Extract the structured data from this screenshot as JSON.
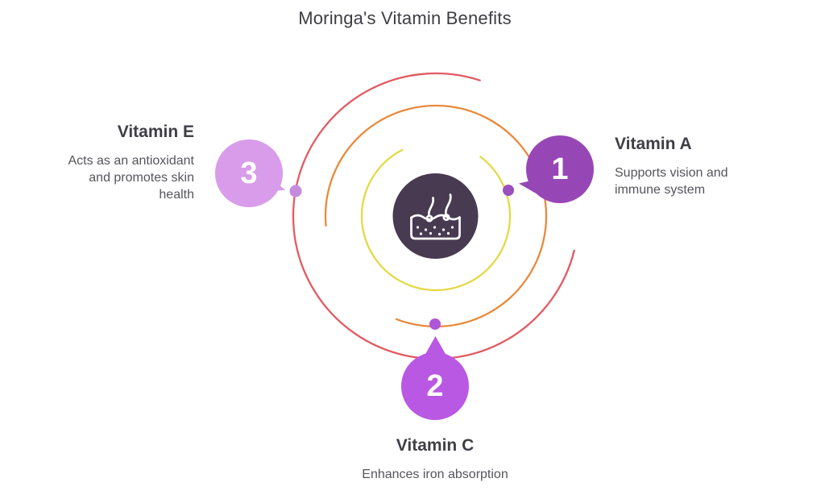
{
  "title": "Moringa's Vitamin Benefits",
  "center_icon": "skin-with-hairs",
  "items": [
    {
      "number": "1",
      "name": "Vitamin A",
      "description": "Supports vision and immune system"
    },
    {
      "number": "2",
      "name": "Vitamin C",
      "description": "Enhances iron absorption"
    },
    {
      "number": "3",
      "name": "Vitamin E",
      "description": "Acts as an antioxidant and promotes skin health"
    }
  ],
  "colors": {
    "arc_red": "#E25B62",
    "arc_orange": "#E98A3C",
    "arc_yellow": "#E5D943",
    "center_circle": "#473A51",
    "icon_stroke": "#FFFFFF",
    "bubble_1": "#9747B5",
    "bubble_2": "#B958E2",
    "bubble_3": "#D99CEA",
    "dot_1": "#9B50BE",
    "dot_2": "#AF55D7",
    "dot_3": "#C68BDE",
    "title_text": "#3D3D44",
    "heading_text": "#3F3F46",
    "body_text": "#55555D"
  }
}
